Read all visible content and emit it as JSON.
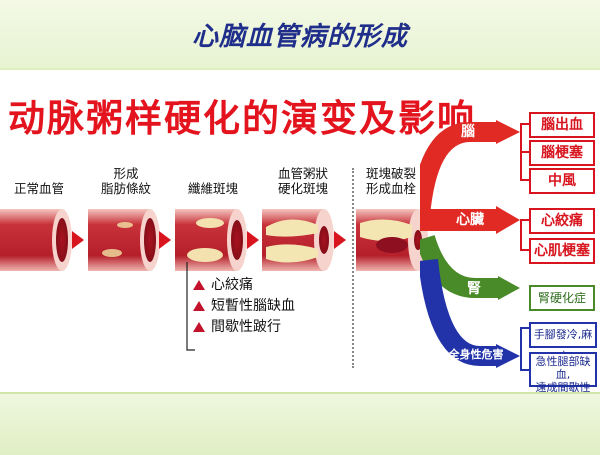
{
  "header": {
    "title": "心脑血管病的形成"
  },
  "main_title": "动脉粥样硬化的演变及影响",
  "stages": [
    {
      "label": "正常血管"
    },
    {
      "label": "形成\n脂肪條紋"
    },
    {
      "label": "纖維斑塊"
    },
    {
      "label": "血管粥狀\n硬化斑塊"
    },
    {
      "label": "斑塊破裂\n形成血栓"
    }
  ],
  "symptoms": [
    "心絞痛",
    "短暫性腦缺血",
    "間歇性跛行"
  ],
  "organs": [
    {
      "name": "腦",
      "color": "#e12a24",
      "effects": [
        "腦出血",
        "腦梗塞",
        "中風"
      ]
    },
    {
      "name": "心臟",
      "color": "#e12a24",
      "effects": [
        "心絞痛",
        "心肌梗塞"
      ]
    },
    {
      "name": "腎",
      "color": "#4a8b29",
      "effects": [
        "腎硬化症"
      ]
    },
    {
      "name": "全身性危害",
      "color": "#2233aa",
      "effects": [
        "手腳發冷,麻痹",
        "急性腿部缺血,\n遠成間歇性跛行"
      ]
    }
  ]
}
